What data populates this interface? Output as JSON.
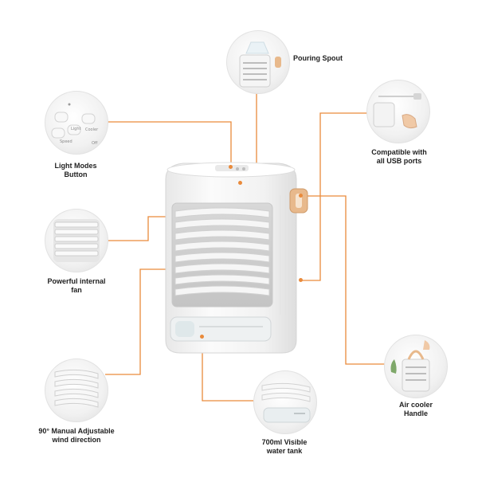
{
  "labels": {
    "pouring_spout": "Pouring Spout",
    "usb_line1": "Compatible with",
    "usb_line2": "all USB ports",
    "light_line1": "Light Modes",
    "light_line2": "Button",
    "fan_line1": "Powerful internal",
    "fan_line2": "fan",
    "wind_line1": "90° Manual Adjustable",
    "wind_line2": "wind direction",
    "tank_line1": "700ml Visible",
    "tank_line2": "water tank",
    "handle_line1": "Air cooler",
    "handle_line2": "Handle"
  },
  "button_panel": {
    "light": "Light",
    "cooler": "Cooler",
    "speed": "Speed",
    "off": "Off"
  },
  "colors": {
    "accent_line": "#e98a3b",
    "device_body": "#f4f4f4",
    "label_text": "#1f1f1f"
  }
}
